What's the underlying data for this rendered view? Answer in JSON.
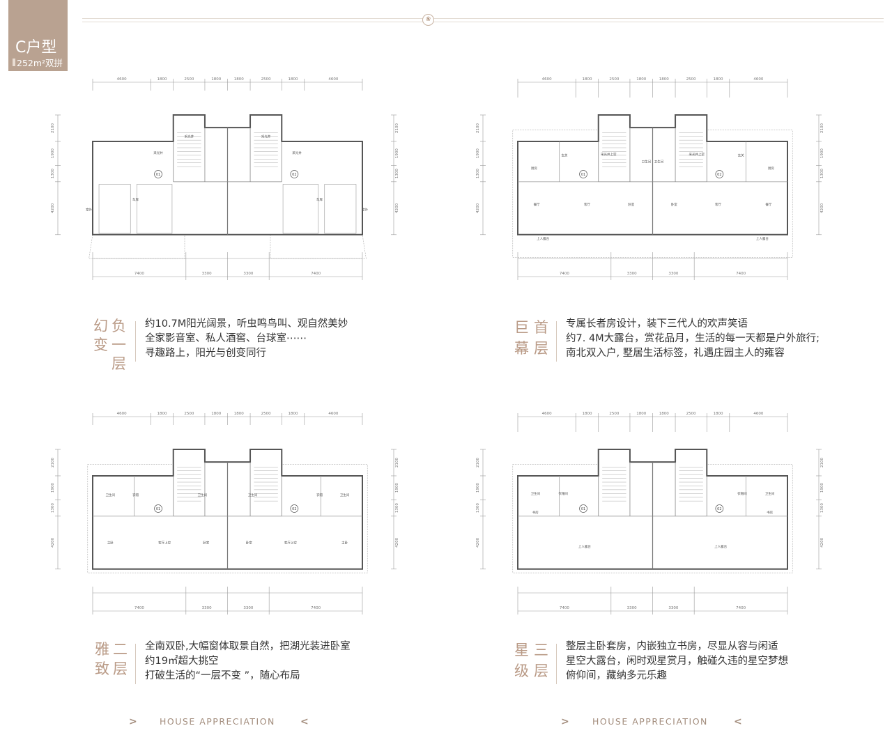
{
  "header": {
    "unit_type": "C户型",
    "unit_area": "252m²双拼",
    "emblem_glyph": "❀"
  },
  "plans": [
    {
      "id": "basement",
      "top_dims": [
        "4600",
        "1800",
        "2500",
        "1800",
        "1800",
        "2500",
        "1800",
        "4600"
      ],
      "bottom_dims": [
        "7400",
        "3300",
        "3300",
        "7400"
      ],
      "side_dims": [
        "2100",
        "1900",
        "1300",
        "4200"
      ],
      "units": [
        "01",
        "02"
      ],
      "rooms": [
        "采光井",
        "采光井",
        "采光井",
        "采光井",
        "车库",
        "车库",
        "室外",
        "室外"
      ]
    },
    {
      "id": "ground",
      "top_dims": [
        "4600",
        "1800",
        "2500",
        "1800",
        "1800",
        "2500",
        "1800",
        "4600"
      ],
      "bottom_dims": [
        "7400",
        "3300",
        "3300",
        "7400"
      ],
      "side_dims": [
        "2100",
        "1900",
        "1300",
        "4200"
      ],
      "units": [
        "01",
        "02"
      ],
      "rooms": [
        "玄关",
        "厨房",
        "采光井上空",
        "卫生间",
        "餐厅",
        "客厅",
        "卧室",
        "上人露台",
        "玄关",
        "厨房",
        "采光井上空",
        "卫生间",
        "餐厅",
        "客厅",
        "卧室",
        "上人露台"
      ]
    },
    {
      "id": "second",
      "top_dims": [
        "4600",
        "1800",
        "2500",
        "1800",
        "1800",
        "2500",
        "1800",
        "4600"
      ],
      "bottom_dims": [
        "7400",
        "3300",
        "3300",
        "7400"
      ],
      "side_dims": [
        "2100",
        "1900",
        "1300",
        "4200"
      ],
      "units": [
        "01",
        "02"
      ],
      "rooms": [
        "卫生间",
        "衣帽",
        "卫生间",
        "主卧",
        "客厅上空",
        "卧室",
        "卫生间",
        "衣帽",
        "卫生间",
        "主卧",
        "客厅上空",
        "卧室"
      ]
    },
    {
      "id": "third",
      "top_dims": [
        "4600",
        "1800",
        "2500",
        "1800",
        "1800",
        "2500",
        "1800",
        "4600"
      ],
      "bottom_dims": [
        "7400",
        "3300",
        "3300",
        "7400"
      ],
      "side_dims": [
        "2100",
        "1900",
        "1300",
        "4200"
      ],
      "units": [
        "01",
        "02"
      ],
      "rooms": [
        "卫生间",
        "衣帽间",
        "书房",
        "上人露台",
        "卫生间",
        "衣帽间",
        "书房",
        "上人露台"
      ]
    }
  ],
  "sections": [
    {
      "title_a": "幻变",
      "title_b": "负一层",
      "lines": [
        "约10.7M阳光阔景，听虫鸣鸟叫、观自然美妙",
        "全家影音室、私人酒窖、台球室⋯⋯",
        "寻趣路上，阳光与创变同行"
      ]
    },
    {
      "title_a": "巨幕",
      "title_b": "首层",
      "lines": [
        "专属长者房设计，装下三代人的欢声笑语",
        "约7. 4M大露台，赏花品月，生活的每一天都是户外旅行;",
        "南北双入户, 墅居生活标签，礼遇庄园主人的雍容"
      ]
    },
    {
      "title_a": "雅致",
      "title_b": "二层",
      "lines": [
        "全南双卧,大幅窗体取景自然，把湖光装进卧室",
        "约19㎡超大挑空",
        "打破生活的“一层不变 ”，随心布局"
      ]
    },
    {
      "title_a": "星级",
      "title_b": "三层",
      "lines": [
        "整层主卧套房，内嵌独立书房，尽显从容与闲适",
        "星空大露台，闲时观星赏月，触碰久违的星空梦想",
        "俯仰间，藏纳多元乐趣"
      ]
    }
  ],
  "footer": {
    "left": {
      "prev": ">",
      "label": "HOUSE APPRECIATION",
      "next": "<"
    },
    "right": {
      "prev": ">",
      "label": "HOUSE APPRECIATION",
      "next": "<"
    }
  },
  "colors": {
    "accent": "#b9a291",
    "title": "#b99a86",
    "nav": "#a38d7d"
  }
}
